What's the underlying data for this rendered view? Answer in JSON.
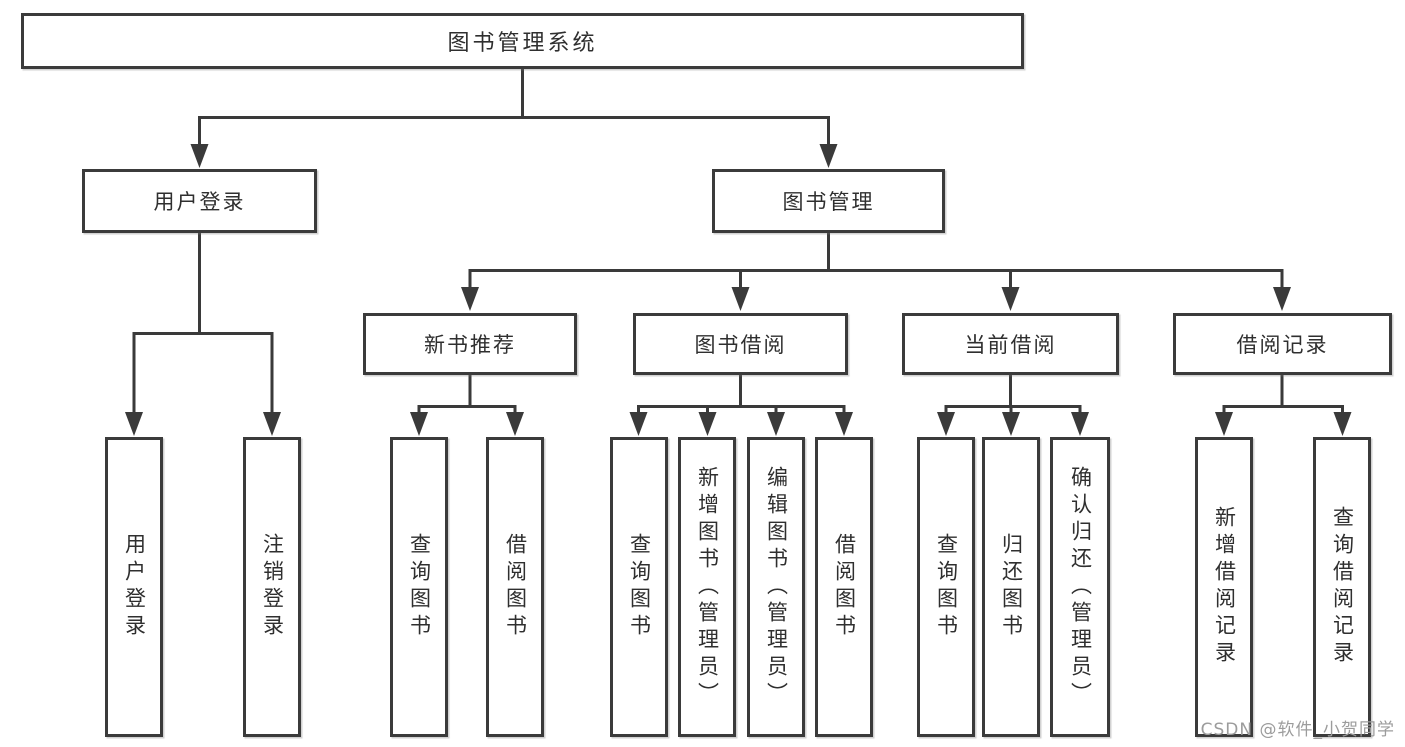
{
  "diagram": {
    "root": {
      "label": "图书管理系统"
    },
    "level2": {
      "user_login": "用户登录",
      "book_management": "图书管理"
    },
    "level3": {
      "new_book_recommend": "新书推荐",
      "book_borrow": "图书借阅",
      "current_borrow": "当前借阅",
      "borrow_records": "借阅记录"
    },
    "leaves": {
      "user_login": [
        "用户登录",
        "注销登录"
      ],
      "new_book_recommend": [
        "查询图书",
        "借阅图书"
      ],
      "book_borrow": [
        "查询图书",
        "新增图书（管理员）",
        "编辑图书（管理员）",
        "借阅图书"
      ],
      "current_borrow": [
        "查询图书",
        "归还图书",
        "确认归还（管理员）"
      ],
      "borrow_records": [
        "新增借阅记录",
        "查询借阅记录"
      ]
    },
    "watermark": "CSDN @软件_小贺同学",
    "colors": {
      "line": "#3a3a3a",
      "box_border": "#3b3b3b",
      "text": "#2f2f2f",
      "watermark": "#9c9c9c",
      "background": "#ffffff"
    }
  }
}
